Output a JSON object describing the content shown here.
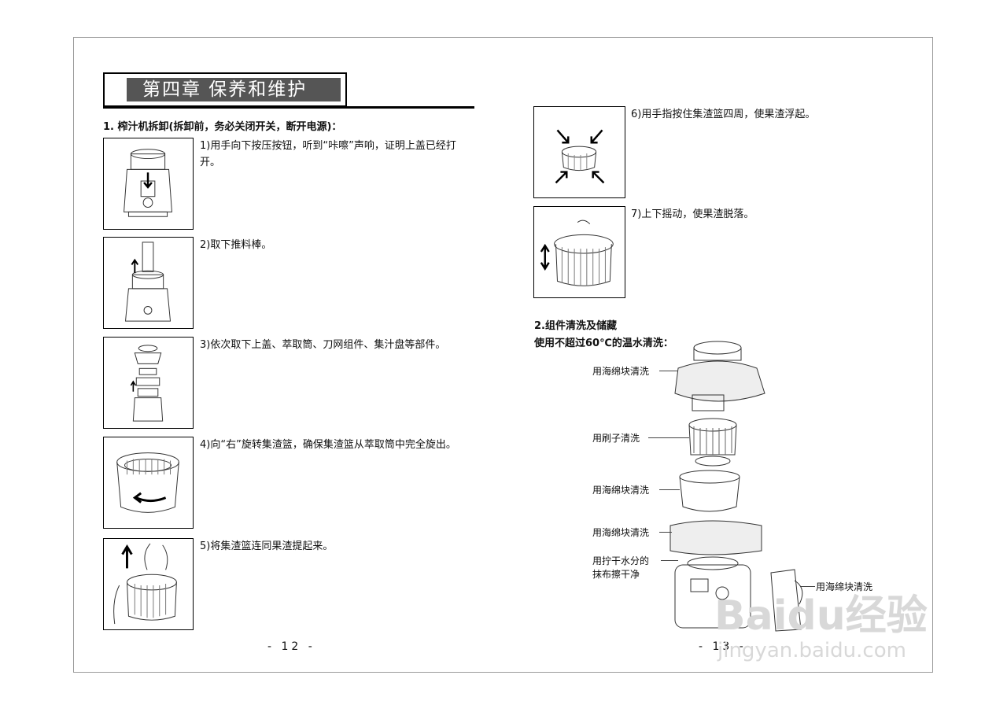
{
  "chapter": {
    "title": "第四章  保养和维护"
  },
  "left": {
    "section_heading": "1. 榨汁机拆卸(拆卸前，务必关闭开关，断开电源)：",
    "steps": [
      {
        "text": "1)用手向下按压按钮，听到“咔嚓”声响，证明上盖已经打开。"
      },
      {
        "text": "2)取下推料棒。"
      },
      {
        "text": "3)依次取下上盖、萃取筒、刀网组件、集汁盘等部件。"
      },
      {
        "text": "4)向“右”旋转集渣篮，确保集渣篮从萃取筒中完全旋出。"
      },
      {
        "text": "5)将集渣篮连同果渣提起来。"
      }
    ],
    "page_number": "- 12 -"
  },
  "right": {
    "steps": [
      {
        "text": "6)用手指按住集渣篮四周，使果渣浮起。"
      },
      {
        "text": "7)上下摇动，使果渣脱落。"
      }
    ],
    "section_heading": "2.组件清洗及储藏",
    "subheading": "使用不超过60℃的温水清洗：",
    "labels": {
      "lid": "用海绵块清洗",
      "basket": "用刷子清洗",
      "cylinder": "用海绵块清洗",
      "juice_tray": "用海绵块清洗",
      "base_line1": "用拧干水分的",
      "base_line2": "抹布擦干净",
      "jug": "用海绵块清洗"
    },
    "page_number": "- 13 -"
  },
  "watermark": {
    "brand": "Baidu经验",
    "url": "jingyan.baidu.com"
  }
}
